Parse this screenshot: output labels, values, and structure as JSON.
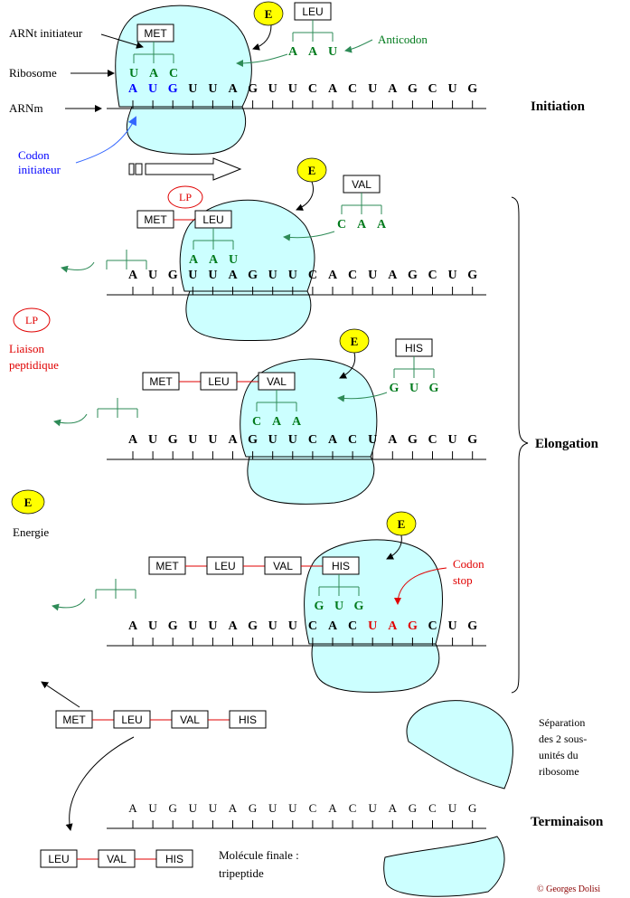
{
  "colors": {
    "ribosome_fill": "#ccffff",
    "green": "#007a1c",
    "blue": "#0000ff",
    "red": "#e00000",
    "energy_fill": "#ffff00",
    "lp_red": "#e00000"
  },
  "mrna_sequence": [
    "A",
    "U",
    "G",
    "U",
    "U",
    "A",
    "G",
    "U",
    "U",
    "C",
    "A",
    "C",
    "U",
    "A",
    "G",
    "C",
    "U",
    "G"
  ],
  "labels": {
    "arnt_initiateur": "ARNt initiateur",
    "ribosome": "Ribosome",
    "arnm": "ARNm",
    "codon_initiateur_1": "Codon",
    "codon_initiateur_2": "initiateur",
    "anticodon": "Anticodon",
    "liaison_1": "Liaison",
    "liaison_2": "peptidique",
    "energie": "Energie",
    "codon_stop_1": "Codon",
    "codon_stop_2": "stop",
    "separation_1": "Séparation",
    "separation_2": "des 2 sous-",
    "separation_3": "unités du",
    "separation_4": "ribosome",
    "molecule_1": "Molécule finale :",
    "molecule_2": "tripeptide",
    "copyright": "© Georges Dolisi"
  },
  "stages": {
    "initiation": "Initiation",
    "elongation": "Elongation",
    "terminaison": "Terminaison"
  },
  "badges": {
    "energy": "E",
    "lp": "LP"
  },
  "amino_acids": {
    "met": "MET",
    "leu": "LEU",
    "val": "VAL",
    "his": "HIS"
  },
  "anticodons": {
    "uac": [
      "U",
      "A",
      "C"
    ],
    "aau": [
      "A",
      "A",
      "U"
    ],
    "caa": [
      "C",
      "A",
      "A"
    ],
    "gug": [
      "G",
      "U",
      "G"
    ]
  }
}
